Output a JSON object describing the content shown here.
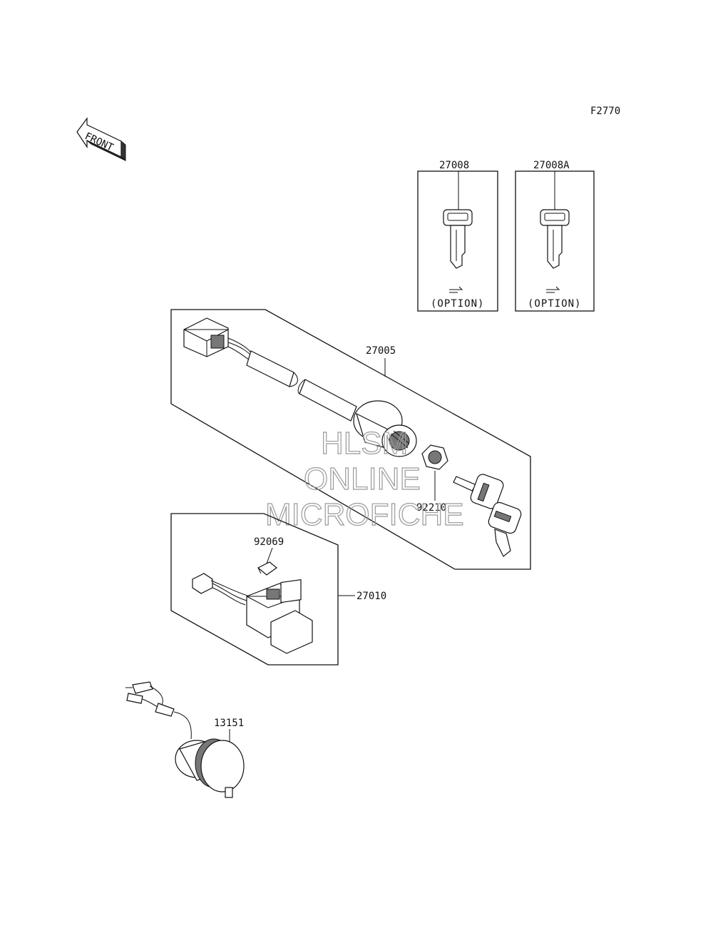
{
  "figure_code": "F2770",
  "front_label": "FRONT",
  "option_label": "(OPTION)",
  "parts": [
    {
      "id": "p27008",
      "number": "27008"
    },
    {
      "id": "p27008A",
      "number": "27008A"
    },
    {
      "id": "p27005",
      "number": "27005"
    },
    {
      "id": "p92210",
      "number": "92210"
    },
    {
      "id": "p92069",
      "number": "92069"
    },
    {
      "id": "p27010",
      "number": "27010"
    },
    {
      "id": "p13151",
      "number": "13151"
    }
  ],
  "watermark": {
    "line1": "HLSM",
    "line2": "ONLINE",
    "line3": "MICROFICHE"
  },
  "colors": {
    "line": "#111111",
    "watermark": "#9a9a9a",
    "background": "#ffffff"
  }
}
